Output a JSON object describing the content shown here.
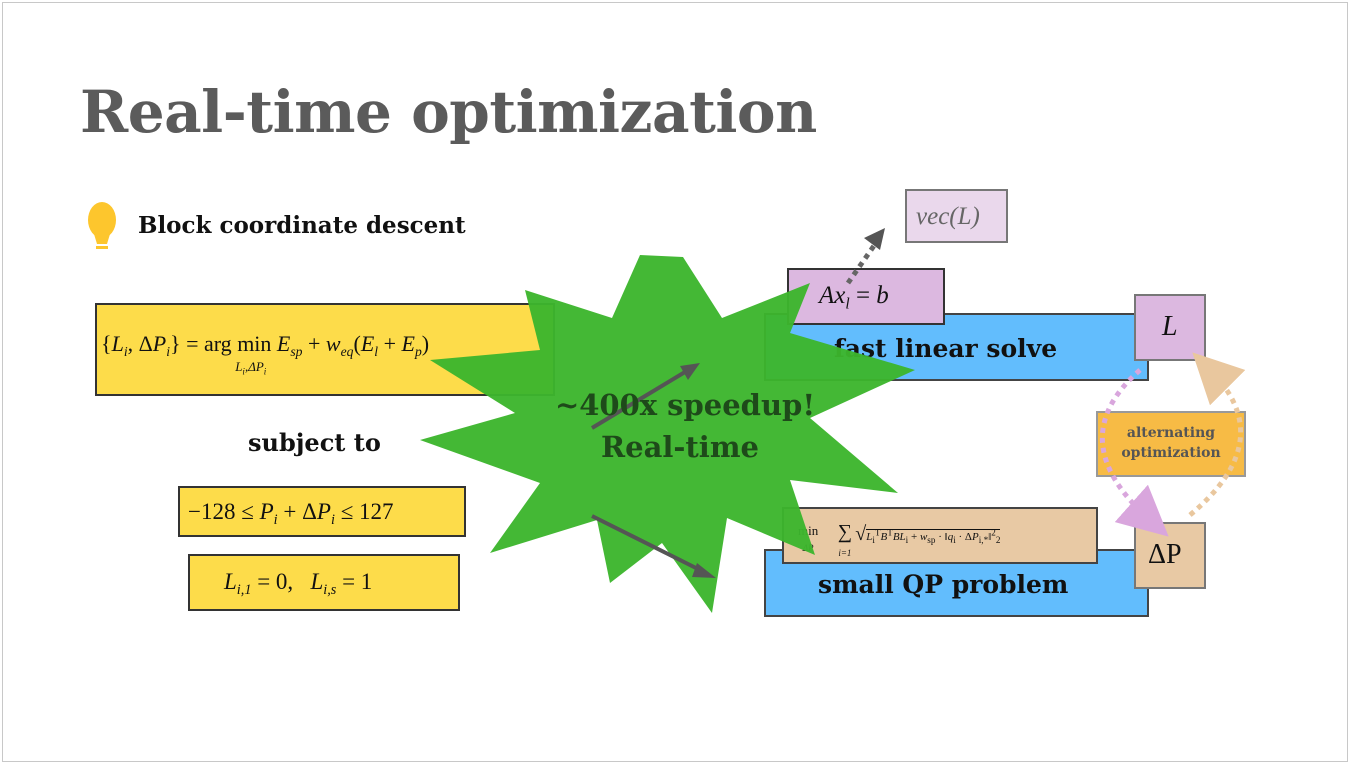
{
  "slide": {
    "title": "Real-time optimization",
    "bullet": "Block coordinate descent",
    "subject_to": "subject to",
    "burst_line1": "~400x speedup!",
    "burst_line2": "Real-time",
    "fast_linear_solve": "fast linear solve",
    "small_qp_problem": "small QP problem",
    "alternating_line1": "alternating",
    "alternating_line2": "optimization",
    "var_L": "L",
    "var_dP": "ΔP",
    "vec_L": "vec(L)"
  },
  "colors": {
    "title": "#5b5b5b",
    "yellow_box": "#fddc4a",
    "blue_box": "#62bdfd",
    "purple_box": "#dcb8e0",
    "tan_box": "#e8c9a4",
    "burst": "#3cb52d",
    "orange_box": "#f7bb45"
  },
  "icons": [
    "lightbulb-icon",
    "starburst-shape",
    "arrow-icon",
    "dotted-arrow-icon"
  ]
}
